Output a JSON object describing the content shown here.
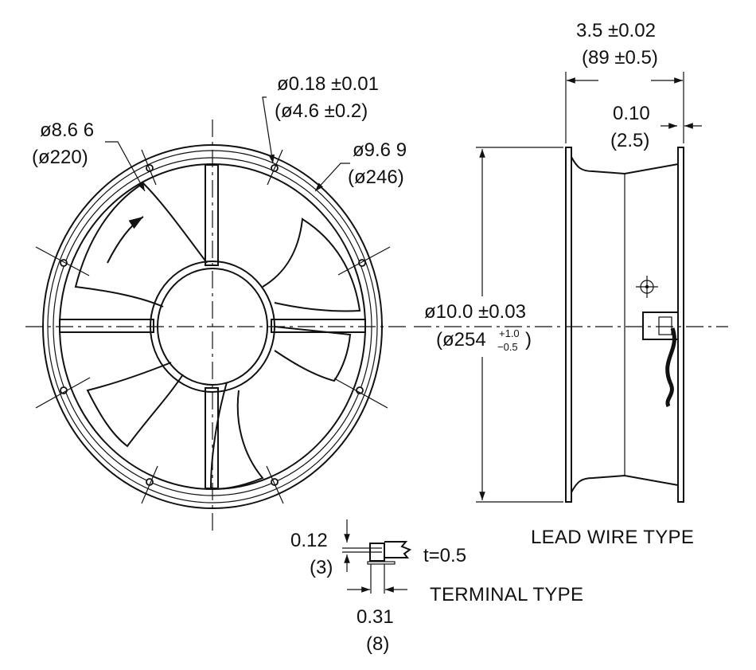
{
  "front_view": {
    "blade_dia_in": "ø8.6 6",
    "blade_dia_mm": "(ø220)",
    "hole_dia_in": "ø0.18 ±0.01",
    "hole_dia_mm": "(ø4.6 ±0.2)",
    "hole_pcd_in": "ø9.6 9",
    "hole_pcd_mm": "(ø246)"
  },
  "side_view": {
    "depth_in": "3.5 ±0.02",
    "depth_mm": "(89 ±0.5)",
    "flange_in": "0.10",
    "flange_mm": "(2.5)",
    "outer_dia_in": "ø10.0 ±0.03",
    "outer_dia_mm_main": "(ø254",
    "outer_dia_tol_plus": "+1.0",
    "outer_dia_tol_minus": "−0.5",
    "outer_dia_close": ")",
    "lead_label": "LEAD WIRE TYPE"
  },
  "terminal": {
    "gap_in": "0.12",
    "gap_mm": "(3)",
    "thickness": "t=0.5",
    "width_in": "0.31",
    "width_mm": "(8)",
    "label": "TERMINAL TYPE"
  }
}
